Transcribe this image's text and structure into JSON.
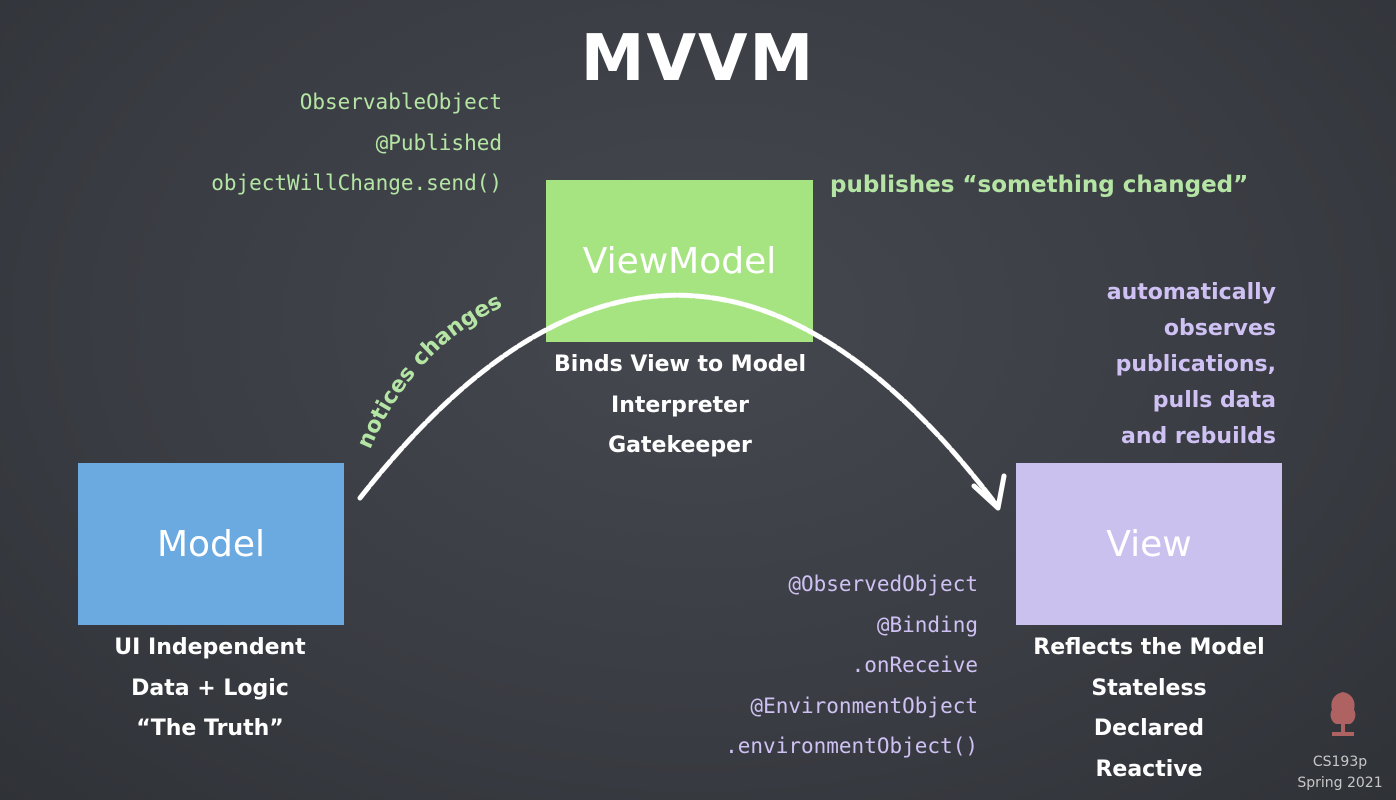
{
  "title": "MVVM",
  "colors": {
    "model": "#6aaae0",
    "viewmodel": "#a6e481",
    "view": "#cbc1ef",
    "green_text": "#b5e5a4",
    "violet_text": "#cfc1f3"
  },
  "viewmodel": {
    "label": "ViewModel",
    "traits": [
      "Binds View to Model",
      "Interpreter",
      "Gatekeeper"
    ],
    "api": [
      "ObservableObject",
      "@Published",
      "objectWillChange.send()"
    ],
    "publishes_note": "publishes “something changed”"
  },
  "model": {
    "label": "Model",
    "traits": [
      "UI Independent",
      "Data + Logic",
      "“The Truth”"
    ]
  },
  "view": {
    "label": "View",
    "traits": [
      "Reflects the Model",
      "Stateless",
      "Declared",
      "Reactive"
    ],
    "observes_note": [
      "automatically",
      "observes",
      "publications,",
      "pulls data",
      "and rebuilds"
    ],
    "api": [
      "@ObservedObject",
      "@Binding",
      ".onReceive",
      "@EnvironmentObject",
      ".environmentObject()"
    ]
  },
  "arrow_label": "notices changes",
  "footer": {
    "logo_icon": "stanford-tree-icon",
    "course": "CS193p",
    "term": "Spring 2021"
  }
}
